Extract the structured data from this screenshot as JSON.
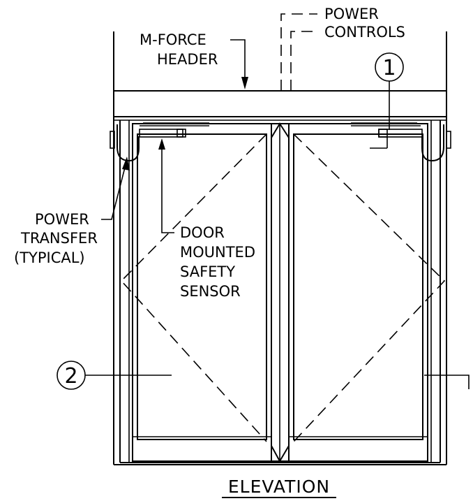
{
  "labels": {
    "m_force_header": [
      "M-FORCE",
      "HEADER"
    ],
    "power_controls": [
      "POWER",
      "CONTROLS"
    ],
    "power_transfer": [
      "POWER",
      "TRANSFER",
      "(TYPICAL)"
    ],
    "door_sensor": [
      "DOOR",
      "MOUNTED",
      "SAFETY",
      "SENSOR"
    ]
  },
  "callouts": {
    "one": "1",
    "two": "2"
  },
  "title": "ELEVATION"
}
